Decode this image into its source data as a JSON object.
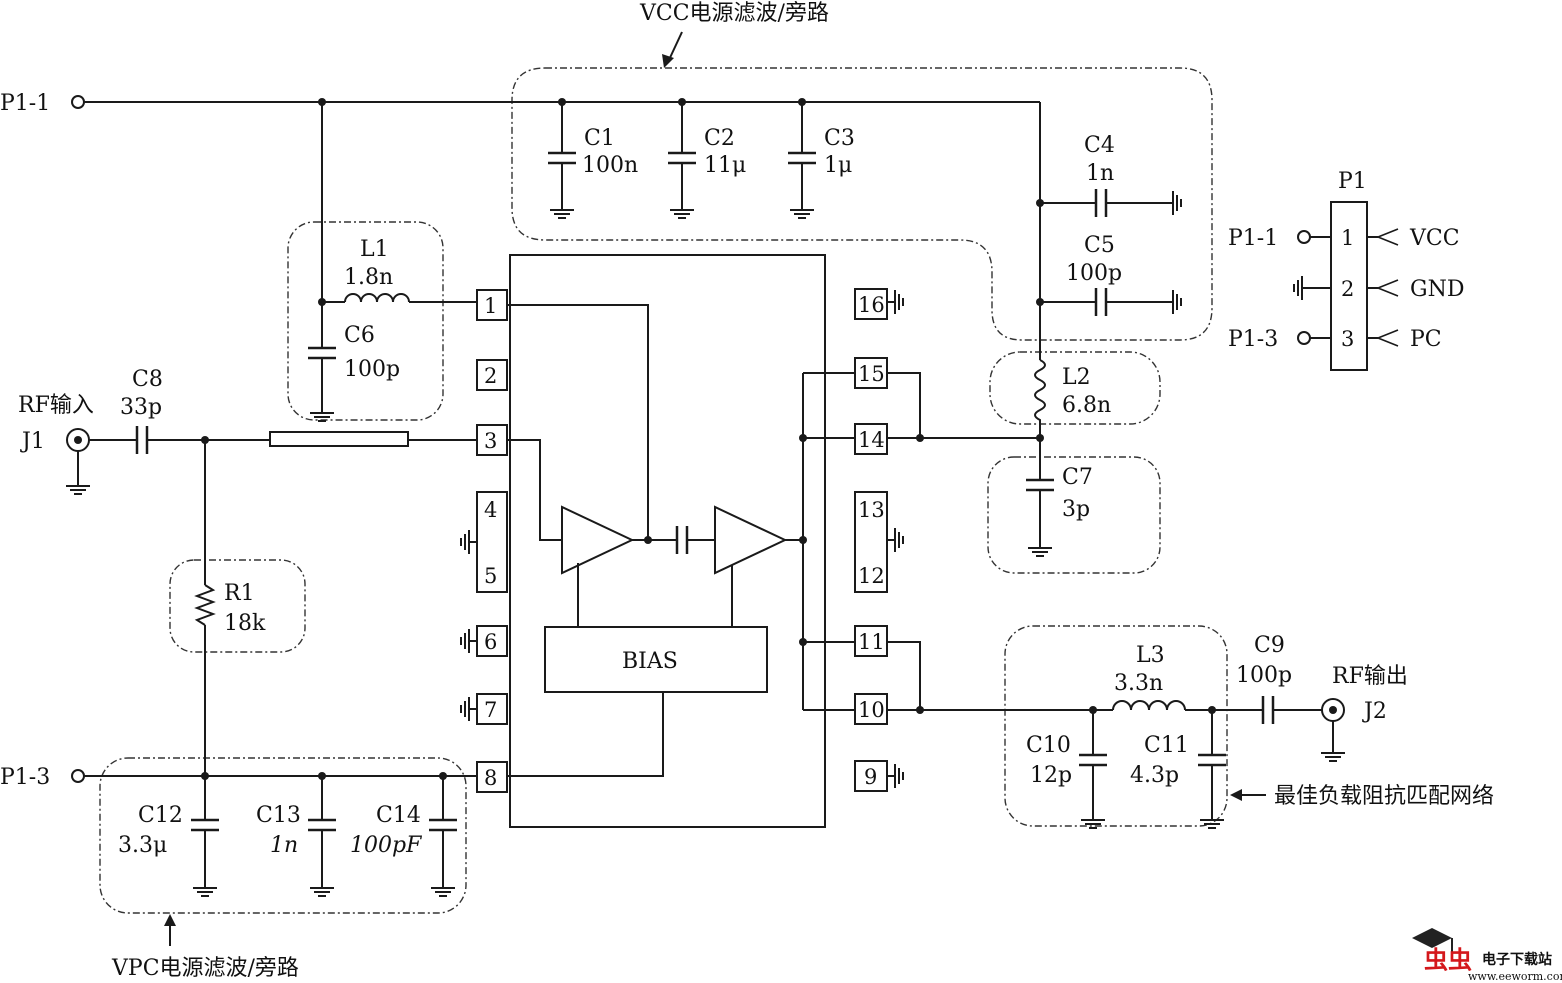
{
  "annotations": {
    "vcc_filter": "VCC电源滤波/旁路",
    "vpc_filter": "VPC电源滤波/旁路",
    "match_net": "最佳负载阻抗匹配网络",
    "rf_in": "RF输入",
    "rf_out": "RF输出"
  },
  "ports": {
    "p1_1": "P1-1",
    "p1_3": "P1-3",
    "j1": "J1",
    "j2": "J2"
  },
  "components": {
    "c1": {
      "ref": "C1",
      "value": "100n"
    },
    "c2": {
      "ref": "C2",
      "value": "11μ"
    },
    "c3": {
      "ref": "C3",
      "value": "1μ"
    },
    "c4": {
      "ref": "C4",
      "value": "1n"
    },
    "c5": {
      "ref": "C5",
      "value": "100p"
    },
    "c6": {
      "ref": "C6",
      "value": "100p"
    },
    "c7": {
      "ref": "C7",
      "value": "3p"
    },
    "c8": {
      "ref": "C8",
      "value": "33p"
    },
    "c9": {
      "ref": "C9",
      "value": "100p"
    },
    "c10": {
      "ref": "C10",
      "value": "12p"
    },
    "c11": {
      "ref": "C11",
      "value": "4.3p"
    },
    "c12": {
      "ref": "C12",
      "value": "3.3μ"
    },
    "c13": {
      "ref": "C13",
      "value": "1n"
    },
    "c14": {
      "ref": "C14",
      "value": "100pF"
    },
    "l1": {
      "ref": "L1",
      "value": "1.8n"
    },
    "l2": {
      "ref": "L2",
      "value": "6.8n"
    },
    "l3": {
      "ref": "L3",
      "value": "3.3n"
    },
    "r1": {
      "ref": "R1",
      "value": "18k"
    }
  },
  "ic": {
    "bias_label": "BIAS",
    "pins": [
      "1",
      "2",
      "3",
      "4",
      "5",
      "6",
      "7",
      "8",
      "9",
      "10",
      "11",
      "12",
      "13",
      "14",
      "15",
      "16"
    ]
  },
  "connector": {
    "title": "P1",
    "rows": [
      {
        "port": "P1-1",
        "pin": "1",
        "signal": "VCC"
      },
      {
        "port": "",
        "pin": "2",
        "signal": "GND"
      },
      {
        "port": "P1-3",
        "pin": "3",
        "signal": "PC"
      }
    ]
  },
  "watermark": {
    "brand": "虫虫",
    "text": "电子下载站",
    "url": "www.eeworm.com"
  }
}
